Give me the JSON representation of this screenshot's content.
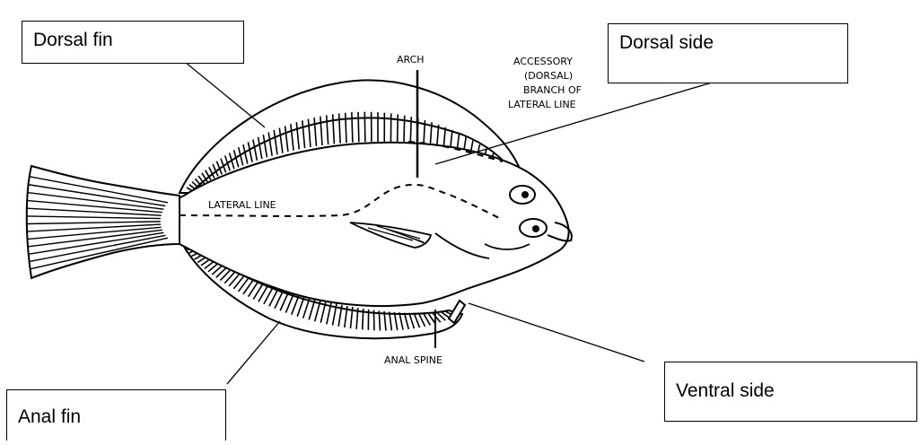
{
  "callouts": {
    "dorsal_fin": "Dorsal fin",
    "dorsal_side": "Dorsal side",
    "ventral_side": "Ventral side",
    "anal_fin": "Anal fin"
  },
  "drawing_labels": {
    "arch": "ARCH",
    "accessory_lines": [
      "ACCESSORY",
      "(DORSAL)",
      "BRANCH OF",
      "LATERAL LINE"
    ],
    "lateral_line": "LATERAL LINE",
    "anal_spine": "ANAL SPINE"
  },
  "colors": {
    "ink": "#000000",
    "background": "#ffffff"
  }
}
